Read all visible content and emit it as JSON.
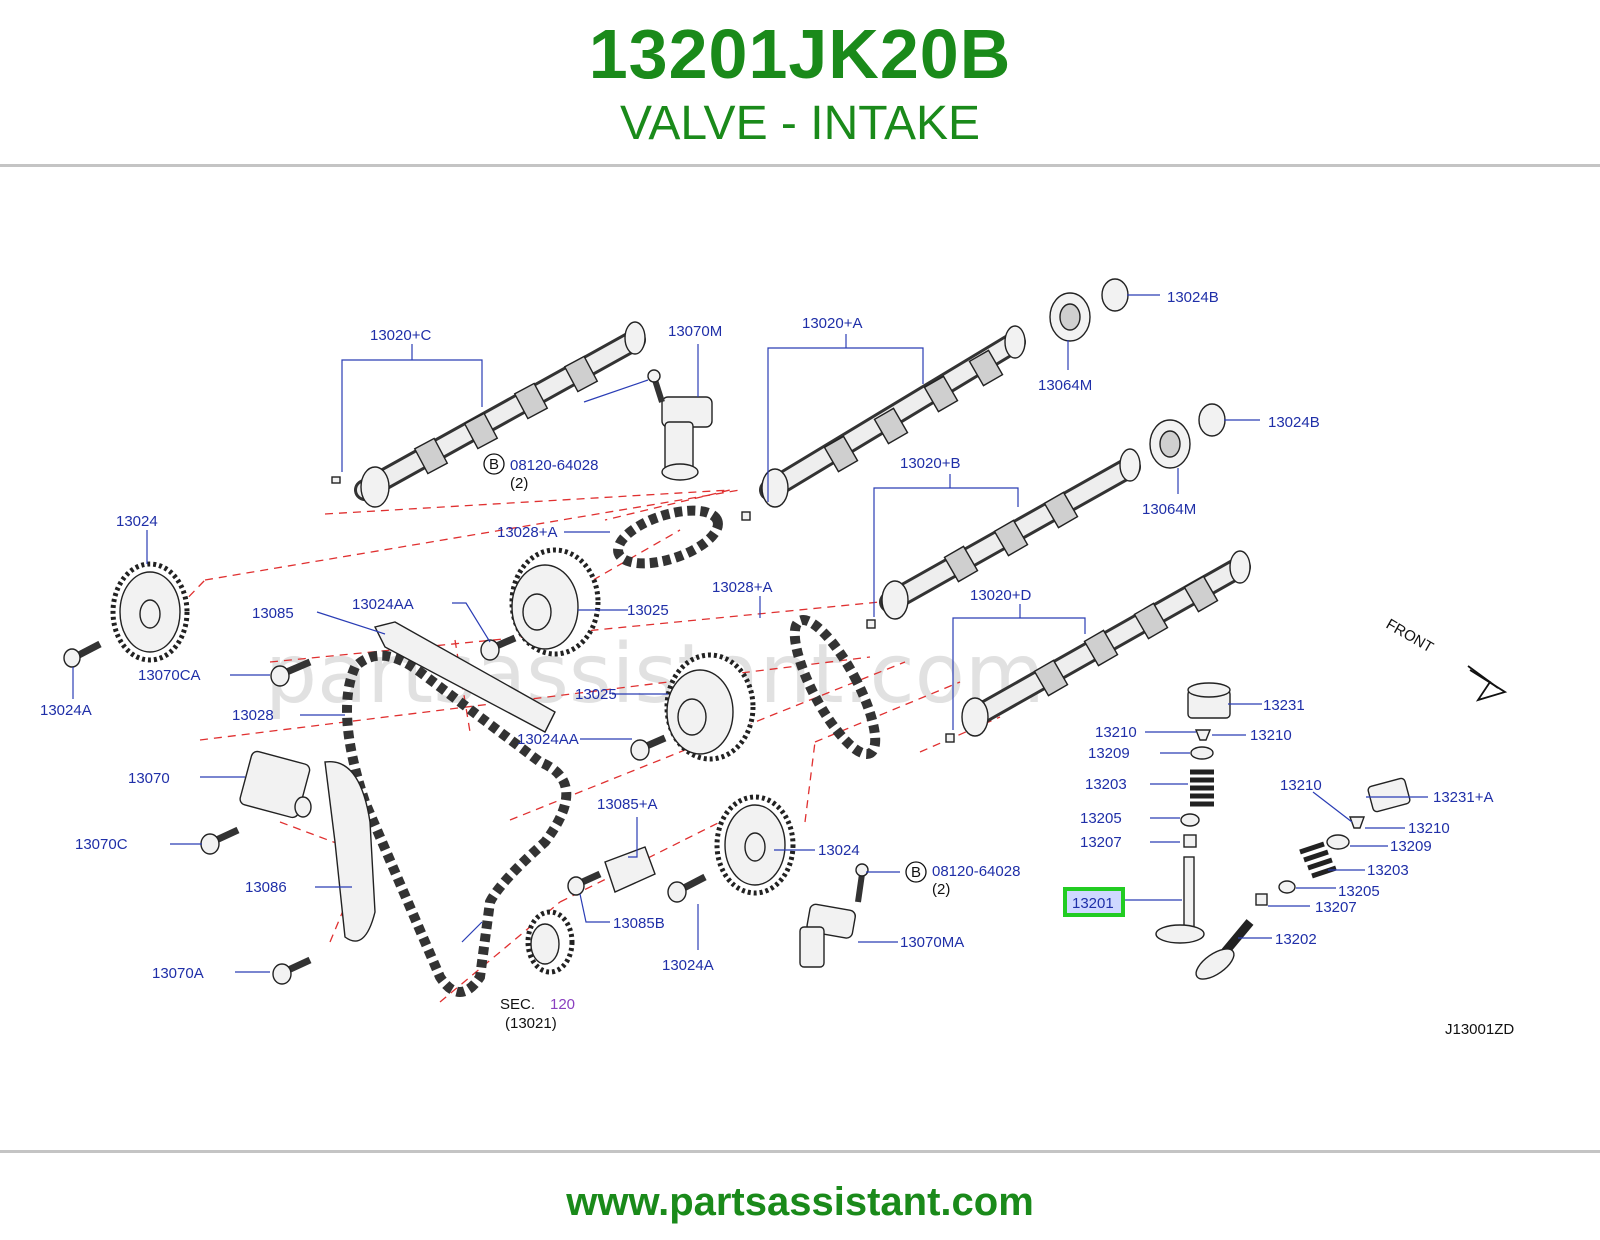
{
  "header": {
    "part_number": "13201JK20B",
    "part_name": "VALVE - INTAKE"
  },
  "diagram": {
    "code": "J13001ZD",
    "watermark": "partsassistant.com",
    "front_label": "FRONT",
    "highlighted_part": "13201",
    "labels": {
      "cam_c": "13020+C",
      "sensor_m": "13070M",
      "cam_a": "13020+A",
      "sprocket_b1": "13024B",
      "sprocket_b2": "13024B",
      "seal_m1": "13064M",
      "seal_m2": "13064M",
      "bolt_b1": "08120-64028",
      "bolt_b1_qty": "(2)",
      "bolt_b2": "08120-64028",
      "bolt_b2_qty": "(2)",
      "sprocket_left": "13024",
      "chain_a1": "13028+A",
      "cam_b": "13020+B",
      "guide": "13085",
      "bolt_aa1": "13024AA",
      "sprocket_25a": "13025",
      "chain_a2": "13028+A",
      "cam_d": "13020+D",
      "bolt_ca": "13070CA",
      "bolt_24a_left": "13024A",
      "chain": "13028",
      "sprocket_25b": "13025",
      "bolt_aa2": "13024AA",
      "tensioner": "13070",
      "guide_a": "13085+A",
      "bolt_c": "13070C",
      "sprocket_bottom": "13024",
      "slack_guide": "13086",
      "bolt_85b": "13085B",
      "bolt_70a": "13070A",
      "sec_label": "SEC.",
      "sec_num": "120",
      "sec_ref": "(13021)",
      "bolt_24a_bottom": "13024A",
      "sensor_ma": "13070MA",
      "lifter": "13231",
      "lifter_a": "13231+A",
      "collet_l": "13210",
      "collet_r": "13210",
      "retainer_l": "13209",
      "spring_l": "13203",
      "seat_l": "13205",
      "seal_l": "13207",
      "valve_intake": "13201",
      "collet_r2": "13210",
      "collet_r3": "13210",
      "retainer_r": "13209",
      "spring_r": "13203",
      "seat_r": "13205",
      "seal_r": "13207",
      "valve_exhaust": "13202",
      "badge_b1": "B",
      "badge_b2": "B"
    }
  },
  "footer": {
    "url": "www.partsassistant.com"
  },
  "colors": {
    "brand_green": "#1a8a1a",
    "label_blue": "#1f2fa8",
    "dashed_red": "#e03030",
    "highlight": "#22cc22"
  }
}
